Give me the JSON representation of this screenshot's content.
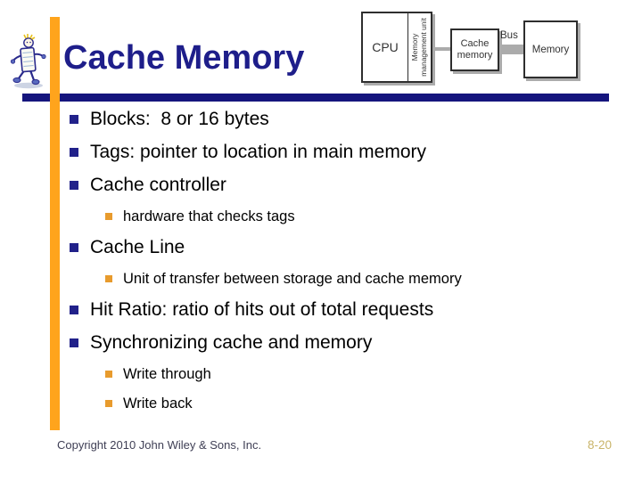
{
  "slide": {
    "title": "Cache Memory",
    "footer": {
      "copyright": "Copyright 2010 John Wiley & Sons, Inc.",
      "page_number": "8-20"
    }
  },
  "diagram": {
    "cpu_label": "CPU",
    "mmu_label": "Memory management unit",
    "cache_label": "Cache memory",
    "bus_label": "Bus",
    "memory_label": "Memory"
  },
  "bullets": [
    {
      "level": 1,
      "text": "Blocks:  8 or 16 bytes"
    },
    {
      "level": 1,
      "text": "Tags: pointer to location in main memory"
    },
    {
      "level": 1,
      "text": "Cache controller"
    },
    {
      "level": 2,
      "text": "hardware that checks tags"
    },
    {
      "level": 1,
      "text": "Cache Line"
    },
    {
      "level": 2,
      "text": "Unit of transfer between storage and cache memory"
    },
    {
      "level": 1,
      "text": "Hit Ratio: ratio of hits out of total requests"
    },
    {
      "level": 1,
      "text": "Synchronizing cache and memory"
    },
    {
      "level": 2,
      "text": "Write through"
    },
    {
      "level": 2,
      "text": "Write back"
    }
  ],
  "colors": {
    "title_navy": "#1e1e8a",
    "rule_navy": "#15157d",
    "accent_orange": "#FFA41C",
    "sub_bullet_orange": "#E89B2D",
    "connector_gray": "#ababab",
    "page_number_gold": "#c9b469"
  }
}
